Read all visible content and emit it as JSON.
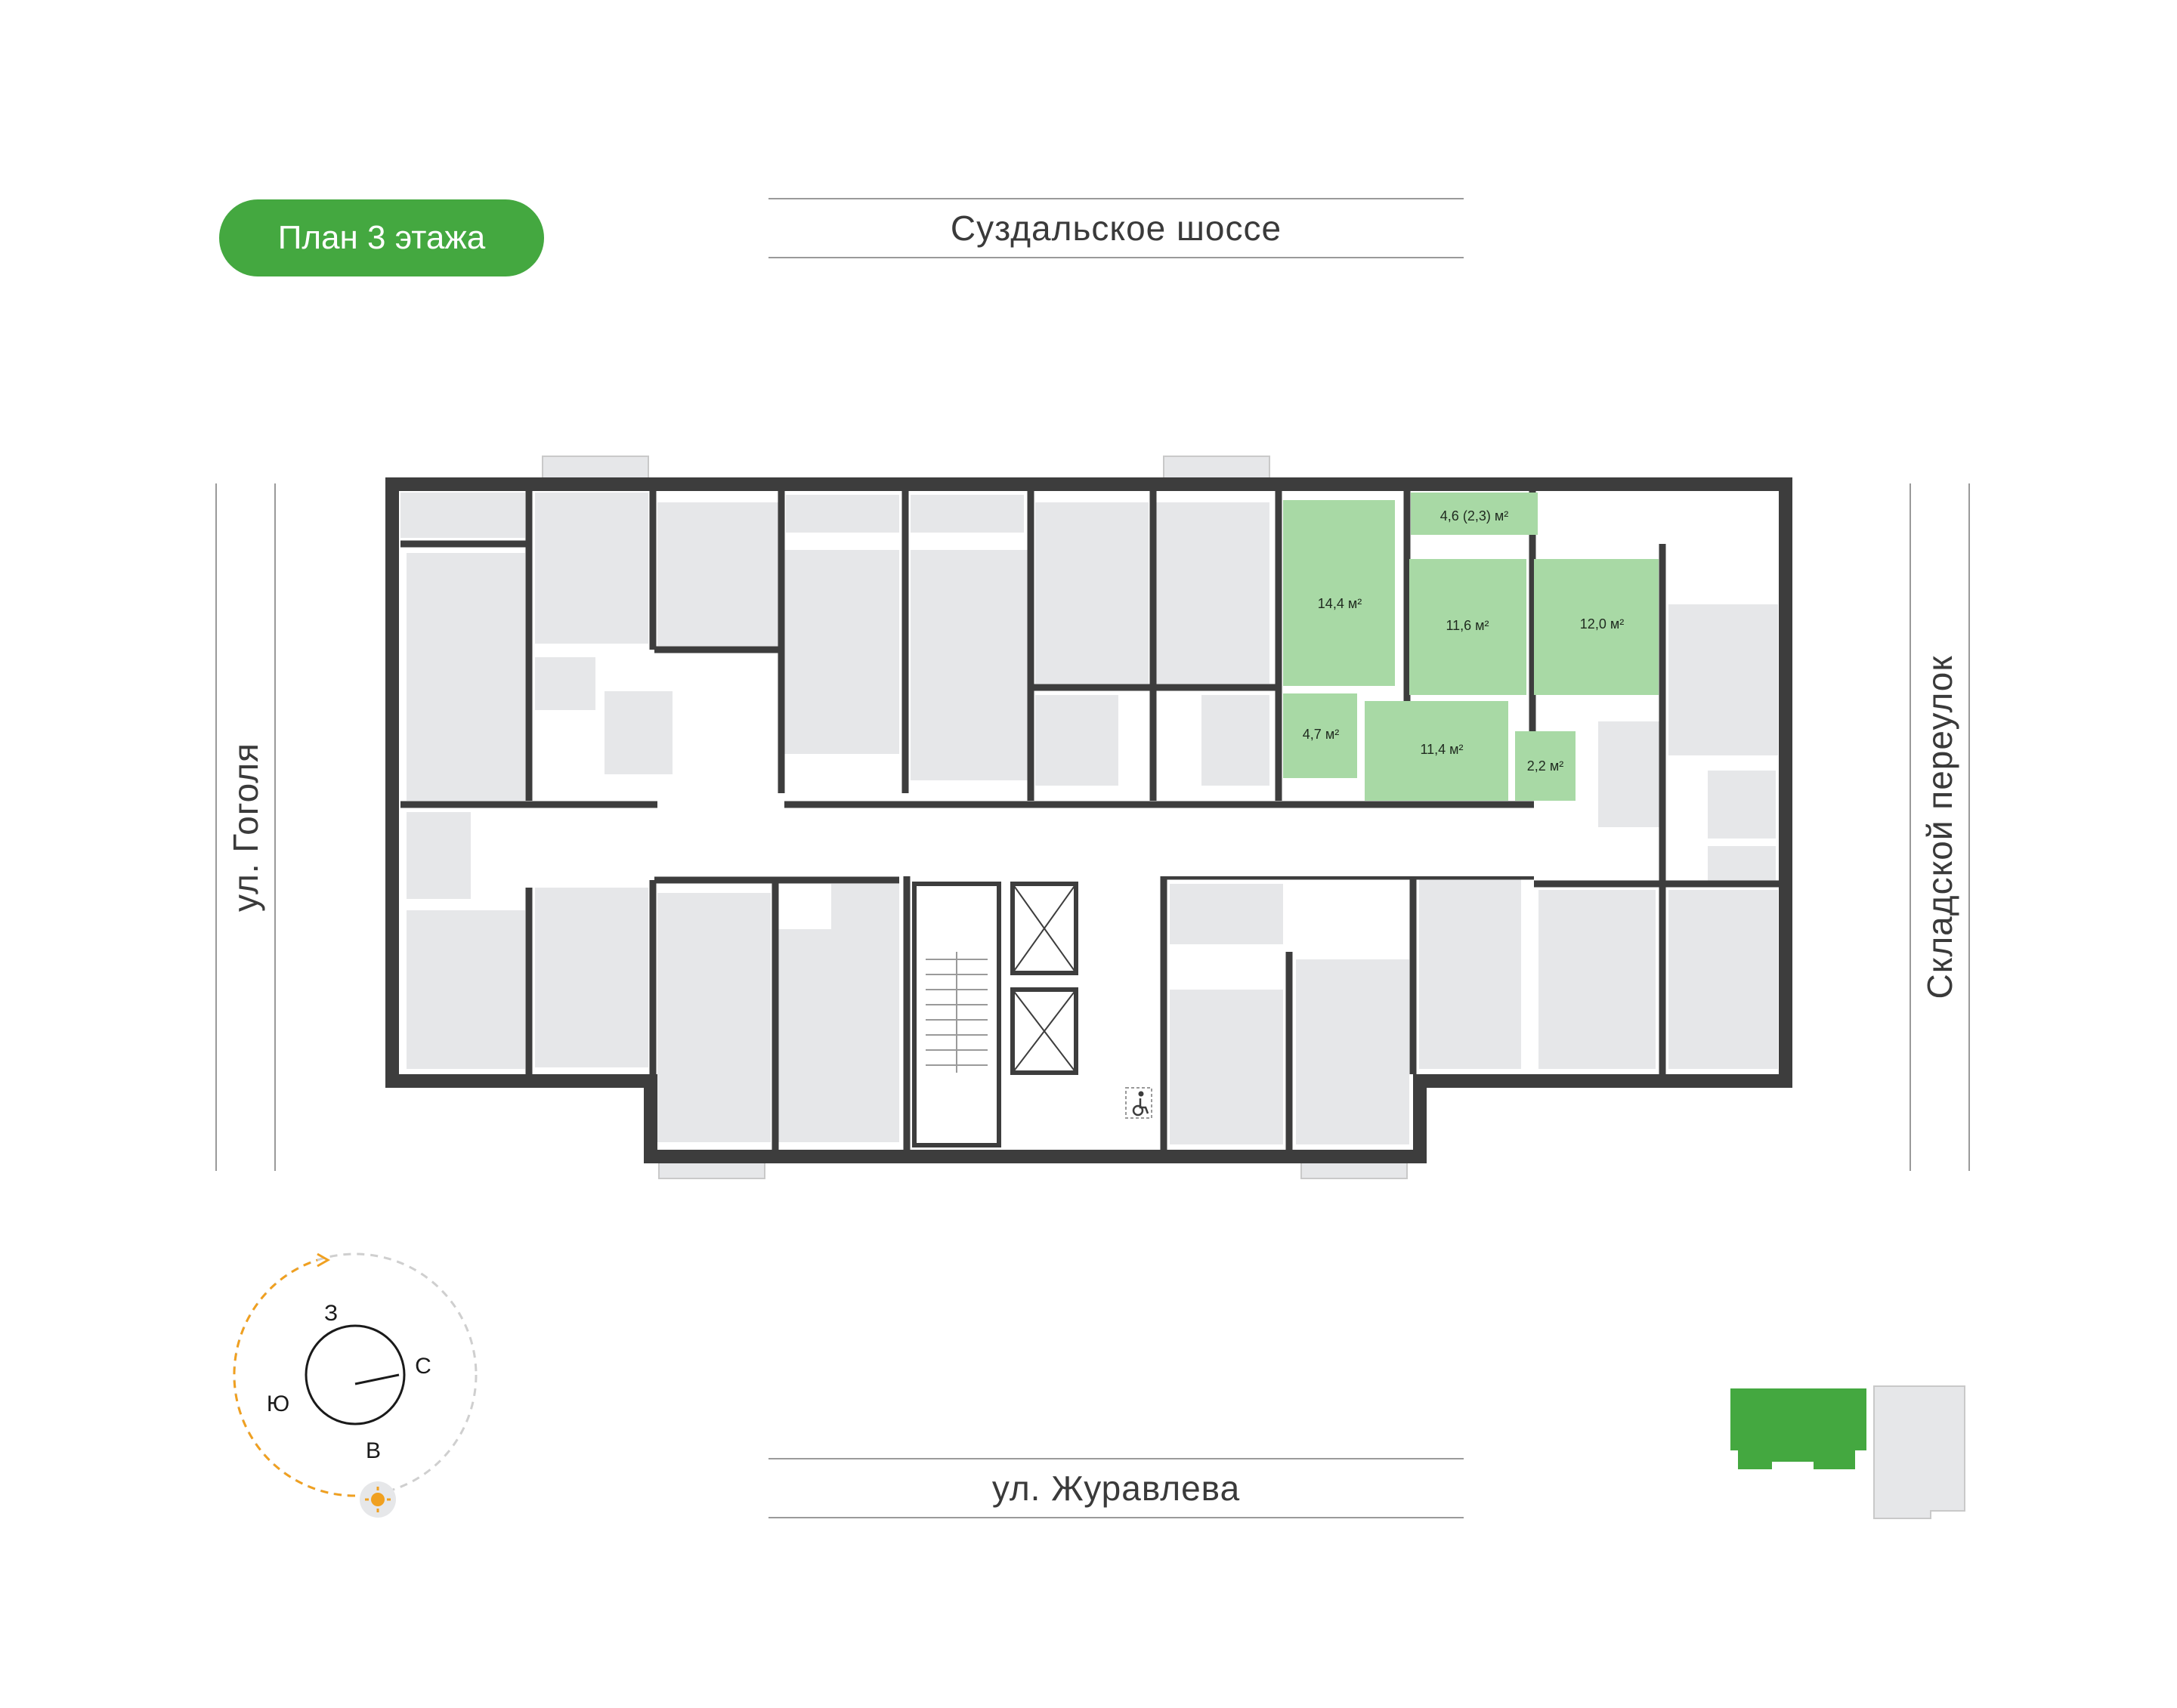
{
  "floor_badge": "План 3 этажа",
  "streets": {
    "top": "Суздальское шоссе",
    "bottom": "ул. Журавлева",
    "left": "ул. Гоголя",
    "right": "Складской переулок"
  },
  "rooms": [
    {
      "id": "balcony",
      "label": "4,6 (2,3) м²"
    },
    {
      "id": "room1",
      "label": "14,4 м²"
    },
    {
      "id": "room2",
      "label": "11,6 м²"
    },
    {
      "id": "room3",
      "label": "12,0 м²"
    },
    {
      "id": "bath",
      "label": "4,7 м²"
    },
    {
      "id": "hall",
      "label": "11,4 м²"
    },
    {
      "id": "wc",
      "label": "2,2 м²"
    }
  ],
  "compass": {
    "west": "З",
    "north": "С",
    "south": "Ю",
    "east": "В"
  },
  "colors": {
    "accent": "#44a840",
    "highlight": "#a8d9a5",
    "wall": "#3d3d3d",
    "room": "#e6e7e9",
    "sun": "#f0a020"
  }
}
